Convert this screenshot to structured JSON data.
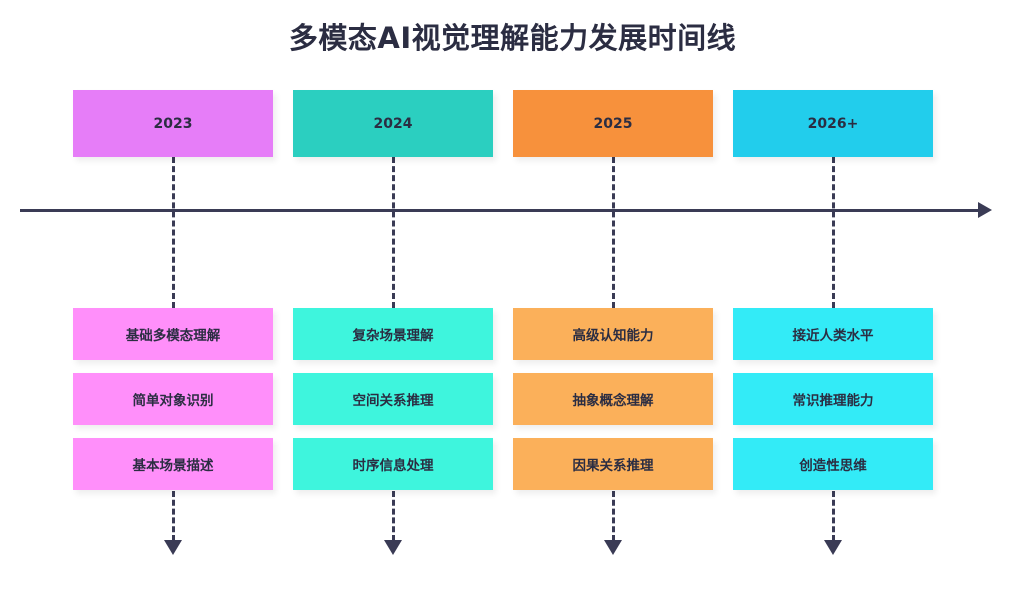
{
  "title": "多模态AI视觉理解能力发展时间线",
  "axis": {
    "name": "timeline-axis",
    "direction": "left-to-right"
  },
  "colors": {
    "text": "#2b2d42",
    "axis": "#3a3b55",
    "background": "#ffffff"
  },
  "columns": [
    {
      "year": "2023",
      "header_color": "#e67df8",
      "item_color": "#ff8ffa",
      "items": [
        "基础多模态理解",
        "简单对象识别",
        "基本场景描述"
      ]
    },
    {
      "year": "2024",
      "header_color": "#2bcfc0",
      "item_color": "#3ef5dd",
      "items": [
        "复杂场景理解",
        "空间关系推理",
        "时序信息处理"
      ]
    },
    {
      "year": "2025",
      "header_color": "#f7913c",
      "item_color": "#fbb05a",
      "items": [
        "高级认知能力",
        "抽象概念理解",
        "因果关系推理"
      ]
    },
    {
      "year": "2026+",
      "header_color": "#22cdec",
      "item_color": "#33ebf7",
      "items": [
        "接近人类水平",
        "常识推理能力",
        "创造性思维"
      ]
    }
  ]
}
